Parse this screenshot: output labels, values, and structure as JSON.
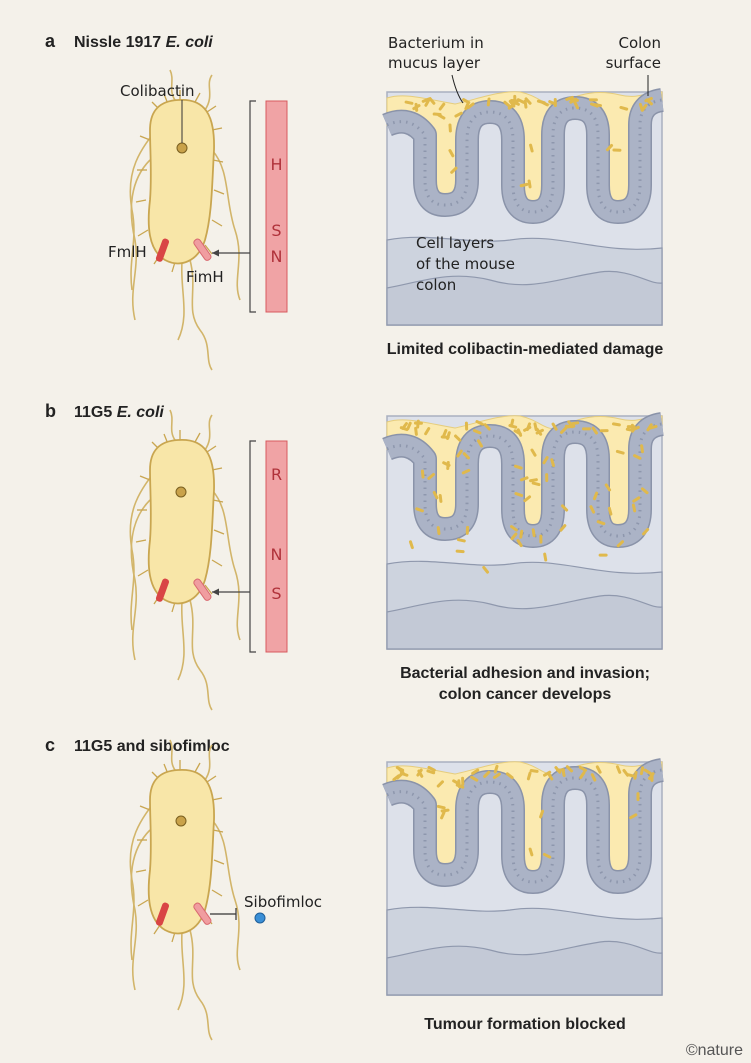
{
  "panels": [
    {
      "letter": "a",
      "title": "Nissle 1917 ",
      "title_italic": "E. coli",
      "bar_letters": [
        "H",
        "S",
        "N"
      ],
      "labels": {
        "colibactin": "Colibactin",
        "fmlh": "FmlH",
        "fimh": "FimH"
      },
      "colon_labels": {
        "bacterium_1": "Bacterium in",
        "bacterium_2": "mucus layer",
        "surface_1": "Colon",
        "surface_2": "surface",
        "cells_1": "Cell layers",
        "cells_2": "of the mouse",
        "cells_3": "colon"
      },
      "caption": "Limited colibactin-mediated damage"
    },
    {
      "letter": "b",
      "title": "11G5 ",
      "title_italic": "E. coli",
      "bar_letters": [
        "R",
        "N",
        "S"
      ],
      "caption_1": "Bacterial adhesion and invasion;",
      "caption_2": "colon cancer develops"
    },
    {
      "letter": "c",
      "title": "11G5 and sibofimloc",
      "labels": {
        "sibofimloc": "Sibofimloc"
      },
      "caption": "Tumour formation blocked"
    }
  ],
  "credit": "©nature",
  "colors": {
    "background": "#f4f1ea",
    "cell": "#f7e6a6",
    "mucus": "#fbeab0",
    "bar": "#f0a3a5",
    "fmlh": "#d94545",
    "fimh": "#f09da0",
    "tissue": "#dde1ea",
    "epithelium": "#a9b1c4",
    "sibofimloc": "#3a8fd6"
  }
}
